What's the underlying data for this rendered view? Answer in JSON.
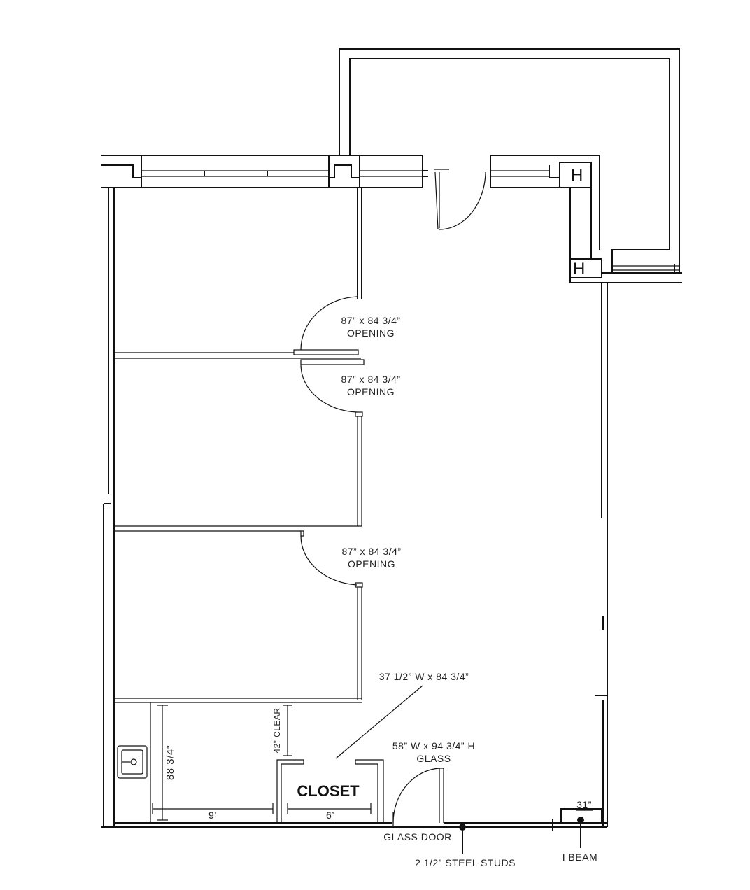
{
  "labels": {
    "opening_1": [
      "87” x 84 3/4”",
      "OPENING"
    ],
    "opening_2": [
      "87” x 84 3/4”",
      "OPENING"
    ],
    "opening_3": [
      "87” x 84 3/4”",
      "OPENING"
    ],
    "closet_door": "37 1/2” W x 84 3/4”",
    "glass_line1": "58” W x 94 3/4” H",
    "glass_line2": "GLASS",
    "closet": "CLOSET",
    "clear": "42” CLEAR",
    "dim_height": "88 3/4”",
    "dim_9": "9’",
    "dim_6": "6’",
    "dim_31": "31”",
    "glass_door": "GLASS DOOR",
    "steel_studs": "2 1/2” STEEL STUDS",
    "i_beam": "I BEAM",
    "column_mark": "H"
  }
}
